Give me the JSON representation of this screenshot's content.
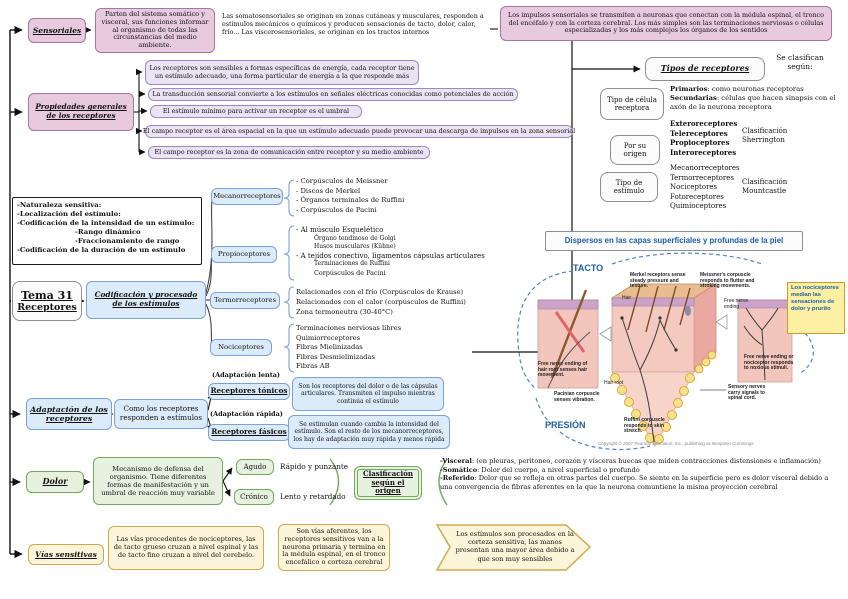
{
  "palette": {
    "pink": "#a874a0",
    "lavender": "#9e88c4",
    "blue": "#7ba2d6",
    "green": "#74a85e",
    "yellow": "#cfa94e",
    "gray": "#8f8f8f",
    "label_blue": "#1e5fa8"
  },
  "top": {
    "sensoriales": "Sensoriales",
    "parten": "Parten del sistema somático y visceral, sus funciones informar al organismo de todas las circunstancias del medio ambiente.",
    "somato": "Las somatosensoriales se originan en zonas cutáneas y musculares, responden a estímulos mecánicos o químicos y producen sensaciones de tacto, dolor, calor, frío... Las viscerosensoriales, se originan en los tractos internos",
    "impulsos": "Los impulsos sensoriales se transmiten a neuronas que conectan con la médula espinal, el tronco del encéfalo y con la corteza cerebral. Los más simples son las terminaciones nerviosas o células especializadas y los más complejos los órganos de los sentidos"
  },
  "propiedades": {
    "label": "Propiedades generales de los receptores",
    "items": [
      "Los receptores son sensibles a formas específicas de energía, cada receptor tiene un estímulo adecuado, una forma particular de energía a la que responde más",
      "La transducción sensorial convierte a los estímulos en señales eléctricas conocidas como potenciales de acción",
      "El estímulo mínimo para activar un receptor es el umbral",
      "El campo receptor es el área espacial en la que un estímulo adecuado puede provocar una descarga de impulsos en la zona sensorial",
      "El campo receptor es la zona de comunicación entre receptor y su medio ambiente"
    ]
  },
  "naturaleza": {
    "lines": [
      "-Naturaleza sensitiva:",
      "-Localización del estímulo:",
      "-Codificación de la intensidad de un estímulo:",
      "-Rango dinámico",
      "-Fraccionamiento de rango",
      "-Codificación de la duración de un estímulo"
    ]
  },
  "tema": {
    "title": "Tema 31",
    "subtitle": "Receptores"
  },
  "cod": {
    "label": "Codificación y procesado de los estímulos"
  },
  "receptores": [
    {
      "label": "Mecanorreceptores",
      "items": [
        "- Corpúsculos de Meissner",
        "- Discos de Merkel",
        "- Órganos terminales de Ruffini",
        "- Corpúsculos de Pacini"
      ]
    },
    {
      "label": "Propioceptores",
      "items": [
        "- Al músculo Esquelético",
        "Órgano tendinoso de Golgi",
        "Husos musculares (Kühne)",
        "- A tejidos conectivo, ligamentos cápsulas articulares",
        "Terminaciones de Ruffini",
        "Corpúsculos de Pacini"
      ]
    },
    {
      "label": "Termorreceptores",
      "items": [
        "Relacionados con el frío (Corpúsculos de Krause)",
        "Relacionados con el calor (corpúsculos de Ruffini)",
        "Zona termoneutra (30-40°C)"
      ]
    },
    {
      "label": "Nociceptores",
      "items": [
        "Terminaciones nerviosas libres",
        "Quimiorreceptores",
        "Fibras Mielinizadas",
        "Fibras Desmielinizadas",
        "Fibras AB"
      ]
    }
  ],
  "tipos": {
    "label": "Tipos de receptores",
    "note": "Se clasifican según:",
    "celula": {
      "label": "Tipo de célula receptora",
      "p1b": "Primarios",
      "p1t": ": como neuronas receptoras",
      "p2b": "Secundarias",
      "p2t": ": células que hacen sinapsis con el axón de la neurona receptora"
    },
    "origen": {
      "label": "Por su origen",
      "list": [
        "Exteroreceptores",
        "Telereceptores",
        "Propioceptores",
        "Interoreceptores"
      ],
      "clasif": "Clasificación Sherrington"
    },
    "estimulo": {
      "label": "Tipo de estímulo",
      "list": [
        "Mecanorreceptores",
        "Termorreceptores",
        "Nociceptores",
        "Fotoreceptores",
        "Quimioceptores"
      ],
      "clasif": "Clasificación Mountcastle"
    }
  },
  "piel": {
    "header": "Dispersos en las capas superficiales y profundas de la piel",
    "tacto": "TACTO",
    "presion": "PRESIÓN",
    "merkel": "Merkel receptors sense steady pressure and texture.",
    "meissner": "Meissner's corpuscle responds to flutter and stroking movements.",
    "hair": "Hair",
    "free_nerve": "Free nerve ending",
    "noci": "Los nociceptores median las sensaciones de dolor y prurito",
    "free_hair_root": "Free nerve ending of hair root senses hair movement.",
    "hair_root": "Hair root",
    "pacinian": "Pacinian corpuscle senses vibration.",
    "ruffini": "Ruffini corpuscle responds to skin stretch.",
    "sensory": "Sensory nerves carry signals to spinal cord.",
    "noxious": "Free nerve ending or nociceptor responds to noxious stimuli.",
    "copyright": "Copyright © 2007 Pearson Education, Inc., publishing as Benjamin Cummings"
  },
  "adaptacion": {
    "label": "Adaptación de los receptores",
    "como": "Como los receptores responden a estímulos",
    "lenta": "(Adaptación lenta)",
    "tonicos": "Receptores tónicos",
    "tonicos_desc": "Son los receptores del dolor o de las cápsulas articulares. Transmiten el impulso mientras continúa el estímulo",
    "rapida": "(Adaptación rápida)",
    "fasicos": "Receptores fásicos",
    "fasicos_desc": "Se estimulan cuando cambia la intensidad del estímulo. Son el resto de los mecanorreceptores, los hay de adaptación muy rápida y menos rápida"
  },
  "dolor": {
    "label": "Dolor",
    "def": "Mecanismo de defensa del organismo. Tiene diferentes formas de manifestación y un umbral de reacción muy variable",
    "agudo": "Agudo",
    "agudo_desc": "Rápido y punzante",
    "cronico": "Crónico",
    "cronico_desc": "Lento y retardado",
    "clasif": "Clasificación según el origen",
    "visceral_b": "-Visceral",
    "visceral_t": ": (en pleuras, peritoneo, corazón y vísceras huecas que miden contracciones distensiones e inflamación)",
    "somatico_b": "-Somático",
    "somatico_t": ": Dolor del cuerpo, a nivel superficial o profundo",
    "referido_b": "-Referido",
    "referido_t": ": Dolor que se refleja en otras partes del cuerpo. Se siente en la superficie pero es dolor visceral debido a una convergencia de fibras aferentes en la que la neurona comuntiene la misma proyección cerebral"
  },
  "vias": {
    "label": "Vías sensitivas",
    "box1": "Las vías procedentes de nociceptores, las de tacto grueso cruzan a nivel espinal y las de tacto fino cruzan a nivel del cerebelo.",
    "box2": "Son vías aferentes, los receptores sensitivos van a la neurona primaria y termina en la médula espinal, en el tronco encefálico o corteza cerebral",
    "chevron": "Los estímulos son procesados en la corteza sensitiva, las manos presentan una mayor área debido a que son muy sensibles"
  }
}
